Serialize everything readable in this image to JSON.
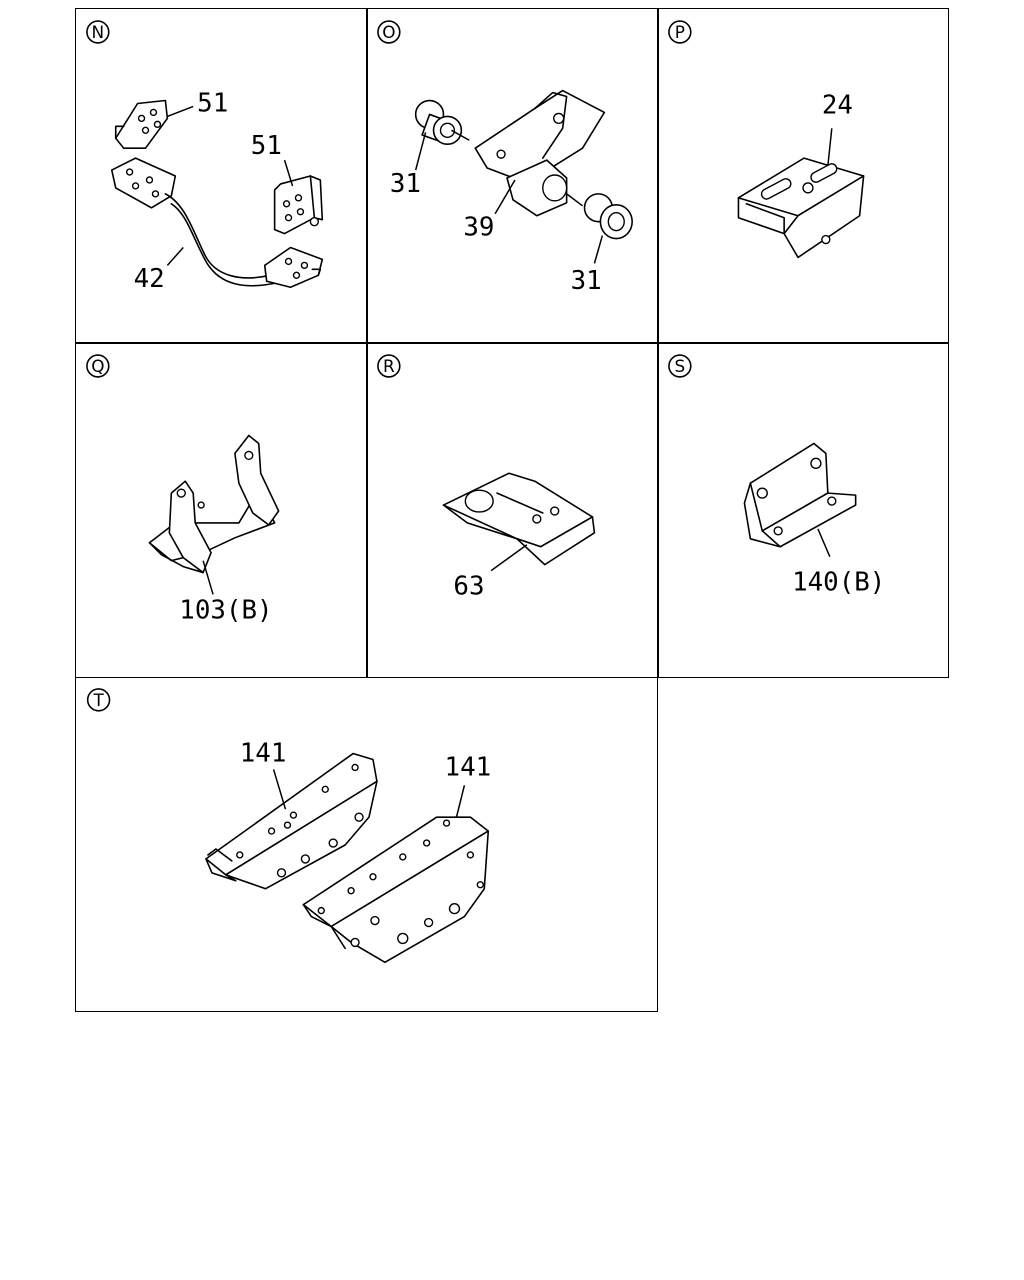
{
  "panels": [
    {
      "id": "N",
      "marker": "N",
      "callouts": [
        "51",
        "51",
        "42"
      ]
    },
    {
      "id": "O",
      "marker": "O",
      "callouts": [
        "31",
        "39",
        "31"
      ]
    },
    {
      "id": "P",
      "marker": "P",
      "callouts": [
        "24"
      ]
    },
    {
      "id": "Q",
      "marker": "Q",
      "callouts": [
        "103(B)"
      ]
    },
    {
      "id": "R",
      "marker": "R",
      "callouts": [
        "63"
      ]
    },
    {
      "id": "S",
      "marker": "S",
      "callouts": [
        "140(B)"
      ]
    },
    {
      "id": "T",
      "marker": "T",
      "callouts": [
        "141",
        "141"
      ]
    }
  ]
}
